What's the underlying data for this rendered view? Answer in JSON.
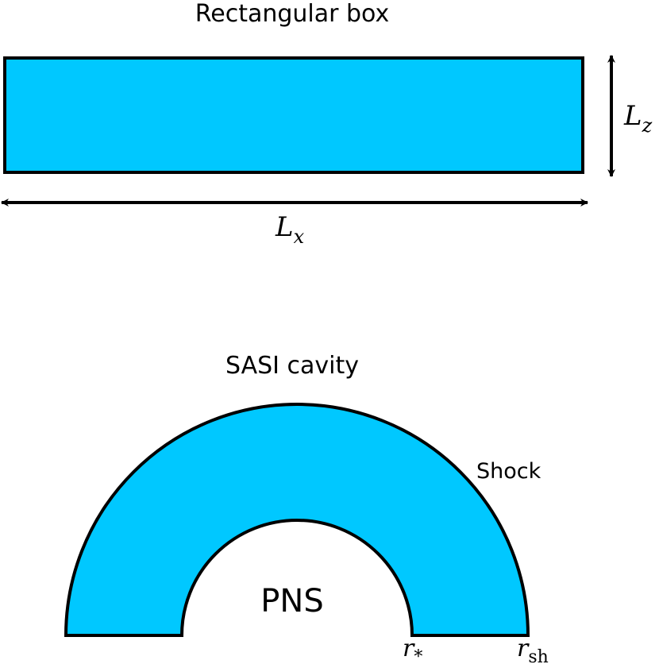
{
  "colors": {
    "fill": "#00c8ff",
    "stroke": "#000000"
  },
  "box": {
    "title": "Rectangular box",
    "lz_var": "L",
    "lz_sub": "z",
    "lx_var": "L",
    "lx_sub": "x"
  },
  "cavity": {
    "title": "SASI cavity",
    "shock_label": "Shock",
    "pns_label": "PNS",
    "rstar_var": "r",
    "rstar_sub": "*",
    "rsh_var": "r",
    "rsh_sub": "sh"
  }
}
